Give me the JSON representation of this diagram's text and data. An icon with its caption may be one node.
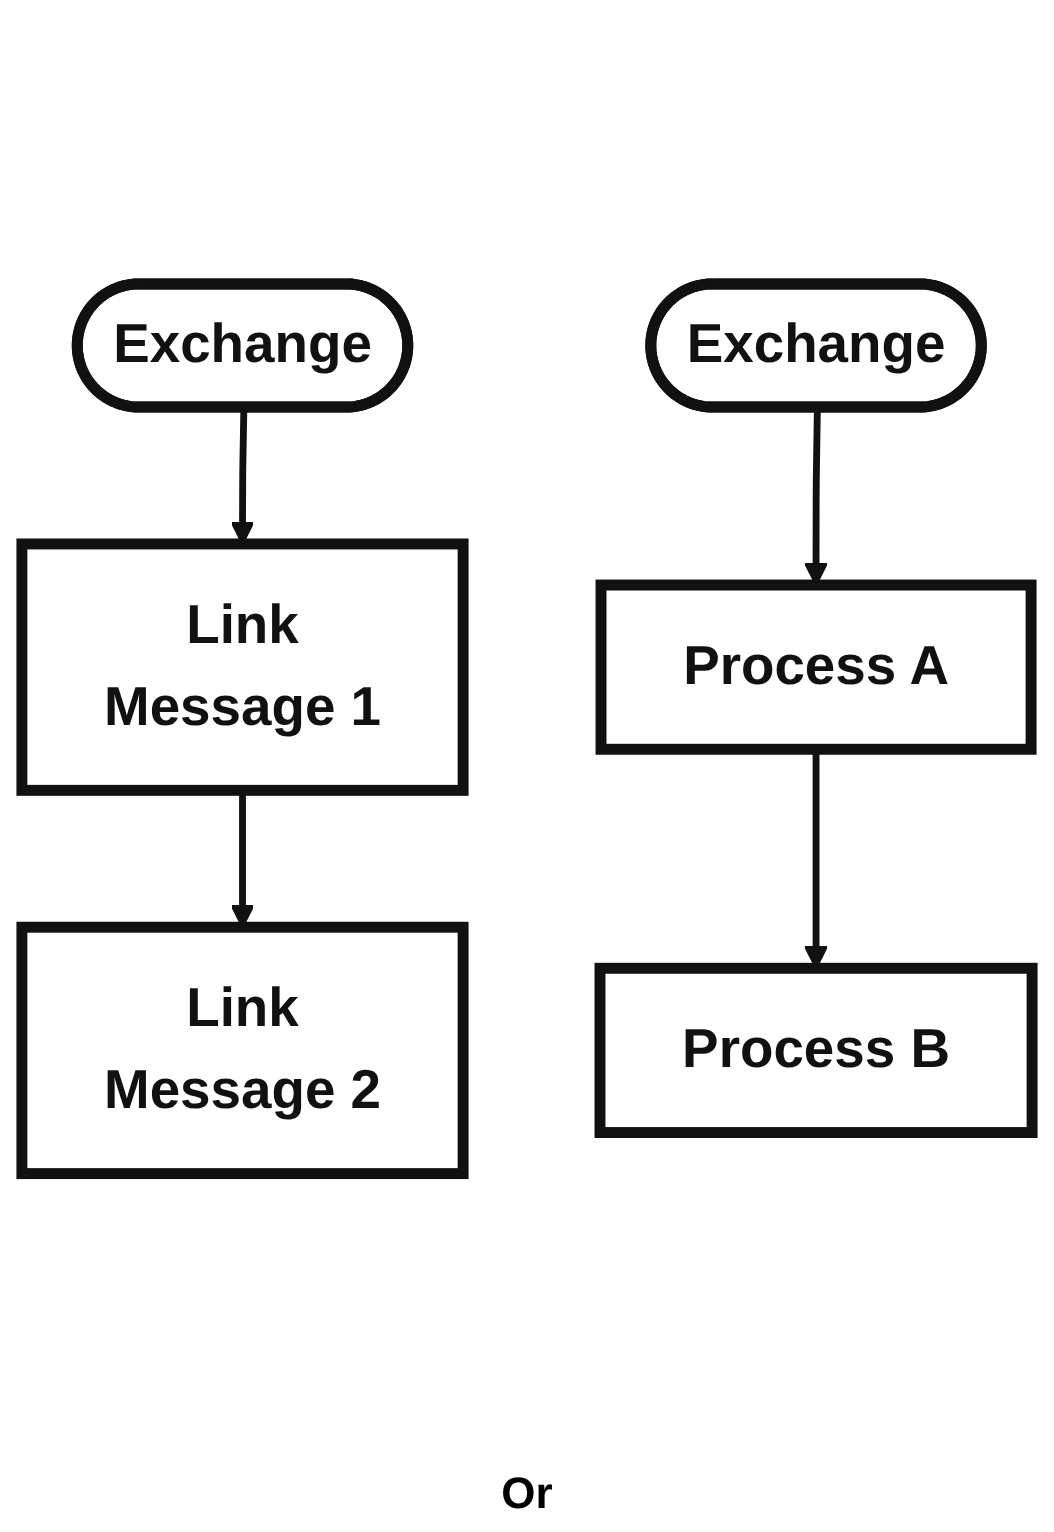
{
  "diagram": {
    "nodes": [
      {
        "text": [
          "Exchange"
        ]
      },
      {
        "text": [
          "Link",
          "Message 1"
        ]
      },
      {
        "text": [
          "Link",
          "Message 2"
        ]
      },
      {
        "text": [
          "Exchange"
        ]
      },
      {
        "text": [
          "Process A"
        ]
      },
      {
        "text": [
          "Process B"
        ]
      }
    ],
    "edges": [
      {
        "from": 0,
        "to": 1,
        "arrow": "to"
      },
      {
        "from": 1,
        "to": 2,
        "arrow": "to"
      },
      {
        "from": 3,
        "to": 4,
        "arrow": "to"
      },
      {
        "from": 4,
        "to": 5,
        "arrow": "to"
      }
    ],
    "labels": [
      "Or"
    ]
  }
}
